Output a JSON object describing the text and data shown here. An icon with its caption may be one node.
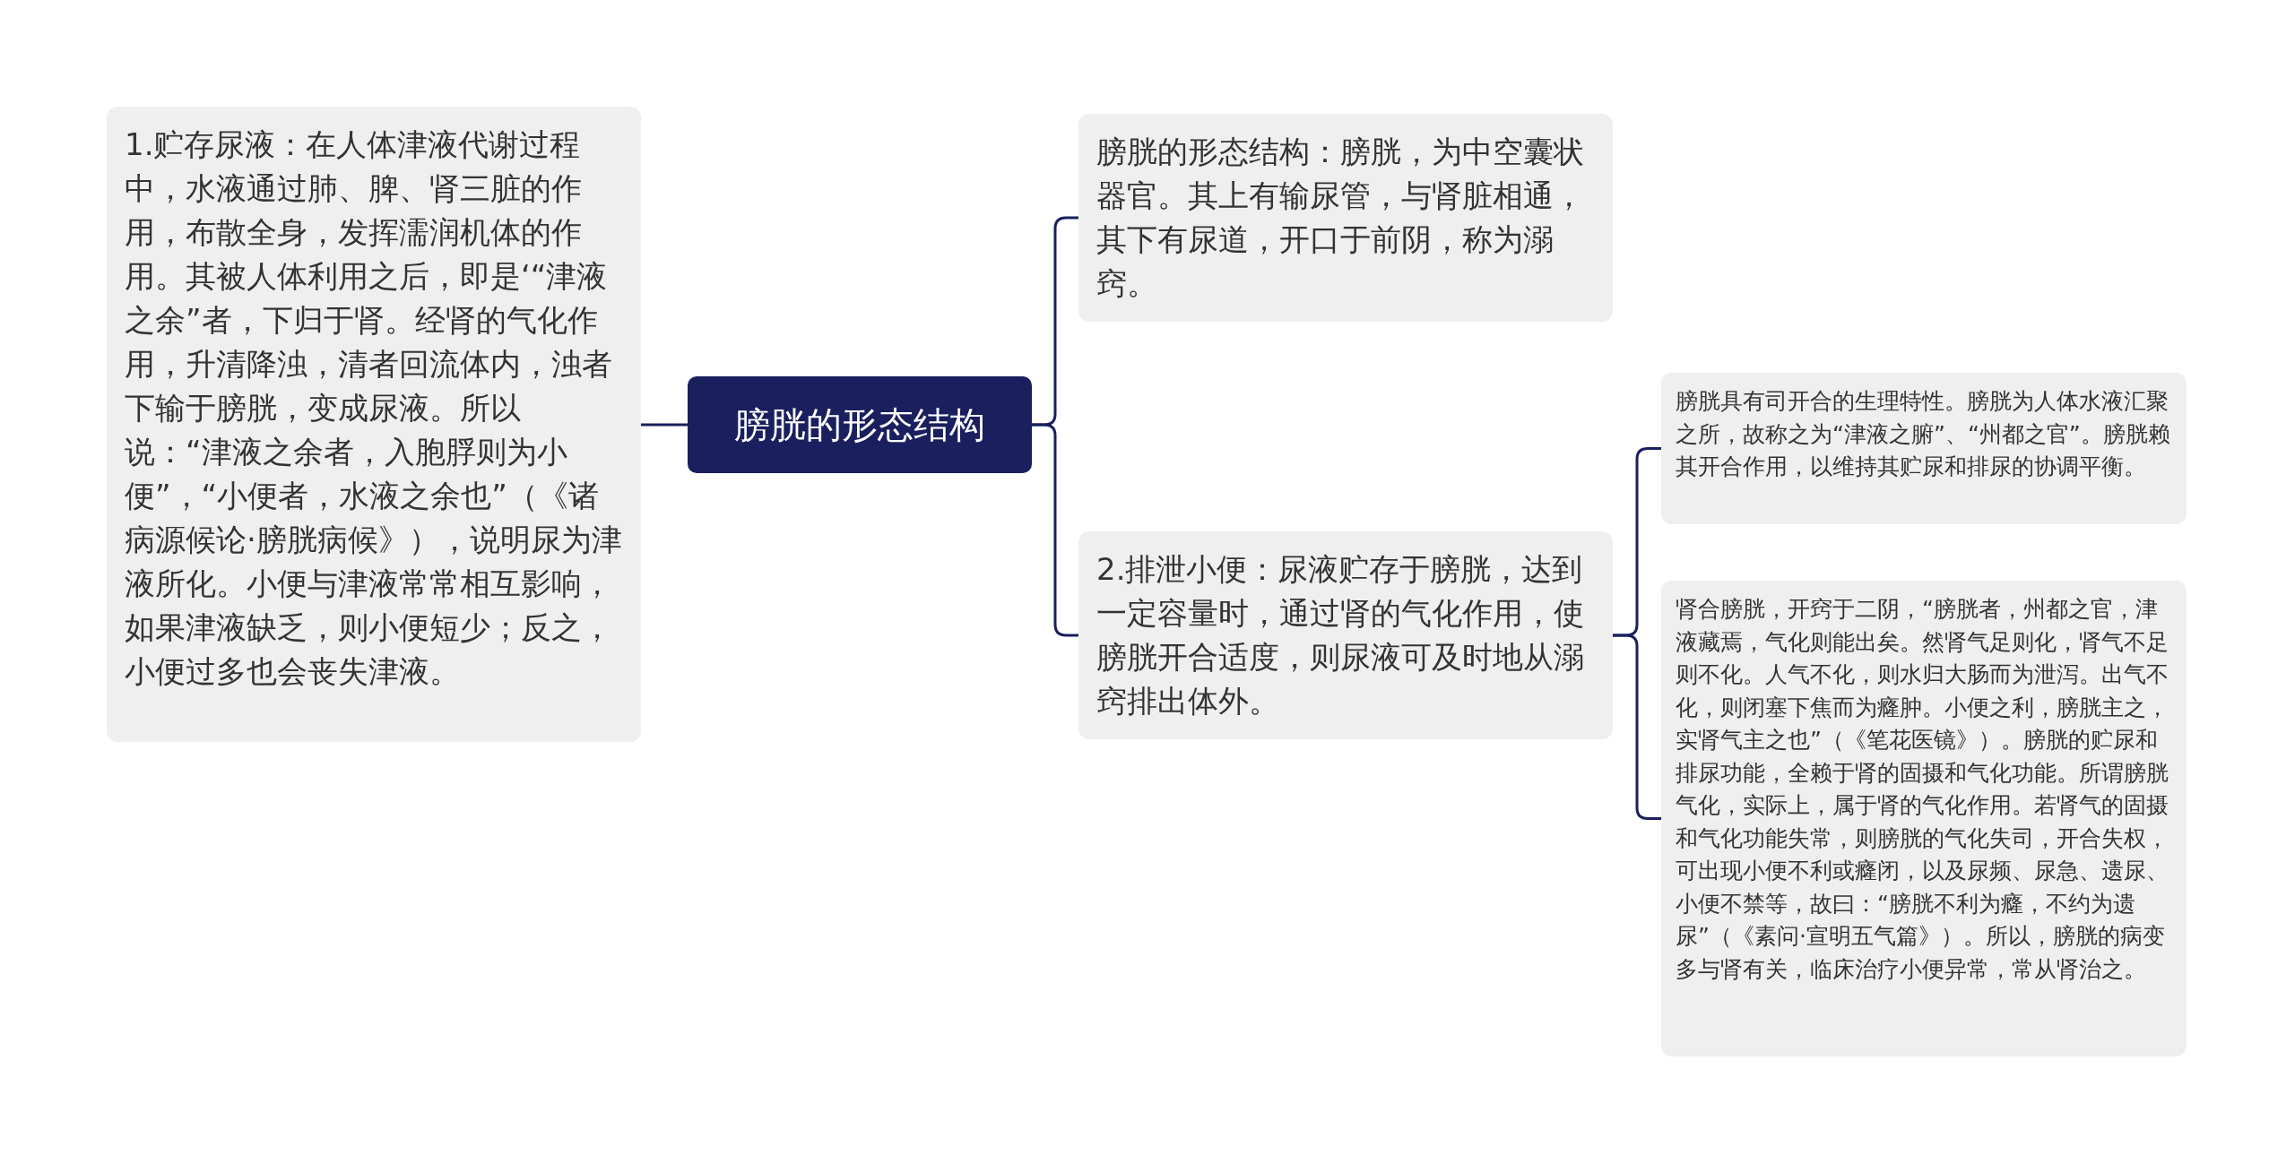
{
  "diagram": {
    "nodes": [
      {
        "text": [
          "膀胱的形态结构"
        ]
      },
      {
        "text": [
          "1.贮存尿液：在人体津液代谢过程中，水液通过肺、脾、肾三脏的作用，布散全身，发挥濡润机体的作用。其被人体利用之后，即是‘“津液之余”者，下归于肾。经肾的气化作用，升清降浊，清者回流体内，浊者下输于膀胱，变成尿液。所以说：“津液之余者，入胞脬则为小便”，“小便者，水液之余也”（《诸病源候论·膀胱病候》），说明尿为津液所化。小便与津液常常相互影响，如果津液缺乏，则小便短少；反之，小便过多也会丧失津液。"
        ]
      },
      {
        "text": [
          "膀胱的形态结构：膀胱，为中空囊状器官。其上有输尿管，与肾脏相通，其下有尿道，开口于前阴，称为溺窍。"
        ]
      },
      {
        "text": [
          "2.排泄小便：尿液贮存于膀胱，达到一定容量时，通过肾的气化作用，使膀胱开合适度，则尿液可及时地从溺窍排出体外。"
        ]
      },
      {
        "text": [
          "膀胱具有司开合的生理特性。膀胱为人体水液汇聚之所，故称之为“津液之腑”、“州都之官”。膀胱赖其开合作用，以维持其贮尿和排尿的协调平衡。"
        ]
      },
      {
        "text": [
          "肾合膀胱，开窍于二阴，“膀胱者，州都之官，津液藏焉，气化则能出矣。然肾气足则化，肾气不足则不化。人气不化，则水归大肠而为泄泻。出气不化，则闭塞下焦而为癃肿。小便之利，膀胱主之，实肾气主之也”（《笔花医镜》）。膀胱的贮尿和排尿功能，全赖于肾的固摄和气化功能。所谓膀胱气化，实际上，属于肾的气化作用。若肾气的固摄和气化功能失常，则膀胱的气化失司，开合失权，可出现小便不利或癃闭，以及尿频、尿急、遗尿、小便不禁等，故曰：“膀胱不利为癃，不约为遗尿”（《素问·宣明五气篇》）。所以，膀胱的病变多与肾有关，临床治疗小便异常，常从肾治之。"
        ]
      }
    ],
    "edges": [
      {
        "from": 0,
        "to": 1,
        "arrow": "none"
      },
      {
        "from": 0,
        "to": 2,
        "arrow": "none"
      },
      {
        "from": 0,
        "to": 3,
        "arrow": "none"
      },
      {
        "from": 3,
        "to": 4,
        "arrow": "none"
      },
      {
        "from": 3,
        "to": 5,
        "arrow": "none"
      }
    ]
  }
}
